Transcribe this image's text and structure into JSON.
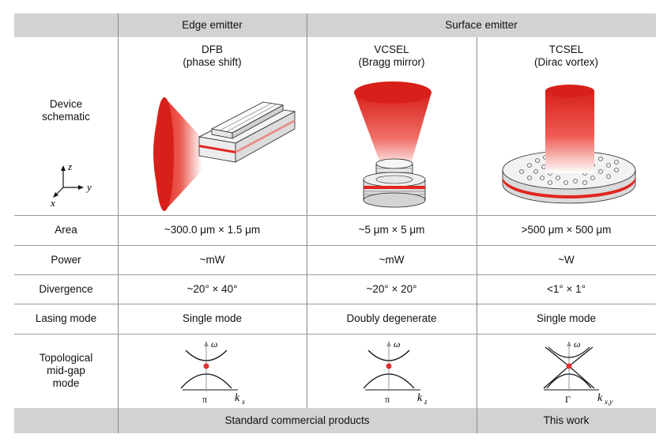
{
  "header": {
    "edge_emitter": "Edge emitter",
    "surface_emitter": "Surface emitter"
  },
  "devices": [
    {
      "name": "DFB",
      "sub": "(phase shift)"
    },
    {
      "name": "VCSEL",
      "sub": "(Bragg mirror)"
    },
    {
      "name": "TCSEL",
      "sub": "(Dirac vortex)"
    }
  ],
  "row_labels": {
    "schematic_line1": "Device",
    "schematic_line2": "schematic",
    "area": "Area",
    "power": "Power",
    "divergence": "Divergence",
    "lasing_mode": "Lasing mode",
    "topo_line1": "Topological",
    "topo_line2": "mid-gap",
    "topo_line3": "mode"
  },
  "axes": {
    "z": "z",
    "y": "y",
    "x": "x"
  },
  "rows": {
    "area": [
      "~300.0 μm × 1.5 μm",
      "~5 μm × 5 μm",
      ">500 μm × 500 μm"
    ],
    "power": [
      "~mW",
      "~mW",
      "~W"
    ],
    "divergence": [
      "~20° × 40°",
      "~20° × 20°",
      "<1° × 1°"
    ],
    "lasing_mode": [
      "Single mode",
      "Doubly degenerate",
      "Single mode"
    ]
  },
  "bands": [
    {
      "omega": "ω",
      "point": "π",
      "k": "k",
      "k_sub": "x"
    },
    {
      "omega": "ω",
      "point": "π",
      "k": "k",
      "k_sub": "z"
    },
    {
      "omega": "ω",
      "point": "Γ",
      "k": "k",
      "k_sub": "x,y"
    }
  ],
  "footer": {
    "standard": "Standard commercial products",
    "this_work": "This work"
  },
  "colors": {
    "laser_red": "#e0261f",
    "header_gray": "#d2d2d2",
    "mid_gap_dot": "#e03030"
  }
}
